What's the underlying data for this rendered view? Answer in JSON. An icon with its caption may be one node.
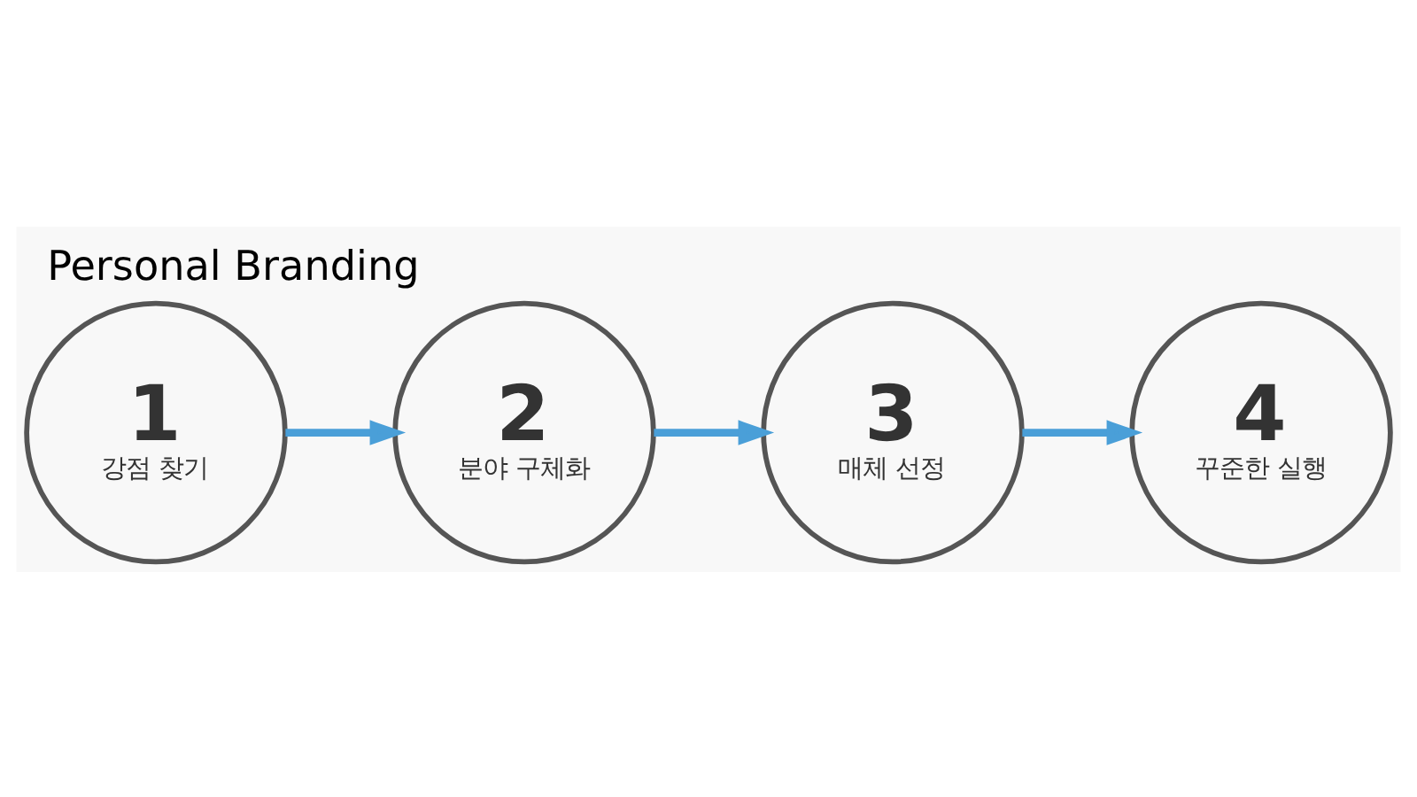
{
  "diagram": {
    "title": "Personal Branding",
    "nodes": [
      {
        "text": [
          "1",
          "강점 찾기"
        ]
      },
      {
        "text": [
          "2",
          "분야 구체화"
        ]
      },
      {
        "text": [
          "3",
          "매체 선정"
        ]
      },
      {
        "text": [
          "4",
          "꾸준한 실행"
        ]
      }
    ],
    "edges": [
      {
        "from": 0,
        "to": 1,
        "arrow": "to"
      },
      {
        "from": 1,
        "to": 2,
        "arrow": "to"
      },
      {
        "from": 2,
        "to": 3,
        "arrow": "to"
      }
    ]
  }
}
